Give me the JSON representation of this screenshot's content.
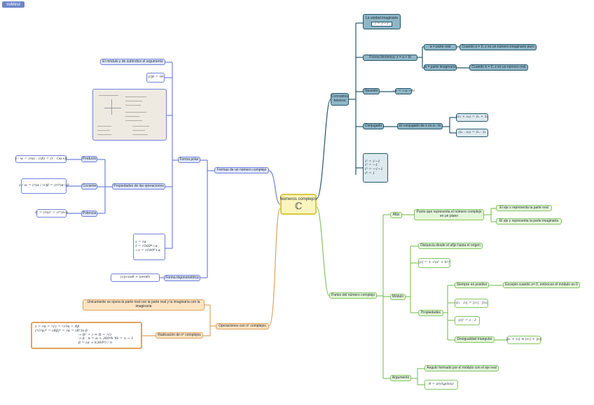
{
  "app": {
    "logo": "miMind"
  },
  "root": {
    "label": "Números complejos",
    "symbol": "ℂ"
  },
  "basic": {
    "label": "Conceptos básicos",
    "imaginary_unit": {
      "label": "La unidad imaginaria",
      "formula": "i = √−1"
    },
    "binomial": {
      "label": "Forma binómica: z = a + bi",
      "real_part": {
        "label": "a = parte real",
        "note": "Cuando a = 0, z es un número imaginario puro"
      },
      "imag_part": {
        "label": "b = parte imaginaria",
        "note": "Cuando b = 0, z es un número real"
      }
    },
    "opposite": {
      "label": "Opuesto",
      "formula": "−z = −a −bi"
    },
    "conjugate": {
      "label": "Conjugado",
      "desc": "El conjugado de z es a - bi",
      "f1": "(z₁ + z₂) = z̄₁ + z̄₂",
      "f2": "(z₁ · z₂) = z̄₁ · z̄₂"
    },
    "powers": {
      "p1": "i² = √−1",
      "p2": "i² = −1",
      "p3": "i³ = −√−1",
      "p4": "i⁴ = 1"
    }
  },
  "forms": {
    "label": "Formas de un número complejo",
    "polar": {
      "label": "Forma polar",
      "module_arg": "El módulo y de subíndice el argumento",
      "formula": "|z|θ = rθ",
      "props": {
        "label": "Propiedades de las operaciones",
        "product": {
          "label": "Producto",
          "formula": "z · w = (rα) · (rβ) = (r · r)α+β"
        },
        "quotient": {
          "label": "Cociente",
          "formula": "z / w = (r)α / (r)β = (r/r)α−β"
        },
        "power": {
          "label": "Potencia",
          "formula": "zⁿ = (rα)ⁿ = (rⁿ)n·α"
        }
      },
      "conj_forms": {
        "f1": "z = rα",
        "f2": "z̄ = r360º−α",
        "f3": "−z = r180º+α"
      }
    },
    "trig": {
      "label": "Forma trigonométrica",
      "formula": "|z|(cosθ + isenθ)"
    }
  },
  "ops": {
    "label": "Operaciones con nº complejos",
    "note": "Únicamente se opera la parte real con la parte real y la imaginaria con la imaginaria",
    "radication": {
      "label": "Radicación de nº complejos",
      "l1": "z = rα = ⁿ√z = ⁿ√rα = Rβ",
      "l2": "(ⁿ√rα)ⁿ = (Rβ)ⁿ = rα = (Rⁿ)n·β",
      "l3": "→ Rⁿ = r  ⇒  R = ⁿ√r",
      "l4": "→ β · n = α + 360ºk  ∀k = n − 1",
      "l5": "β = (α + k360º) / n"
    }
  },
  "parts": {
    "label": "Partes del número complejo",
    "affix": {
      "label": "Afijo",
      "desc": "Punto que representa el número complejo en un plano",
      "x": "El eje x representa la parte real",
      "y": "El eje y representa la parte imaginaria"
    },
    "module": {
      "label": "Módulo",
      "distance": "Distancia desde el afijo hasta el origen",
      "formula": "|z| = + √(a² + b²)",
      "props": {
        "label": "Propiedades",
        "positive": "Siempre es positivo",
        "except": "Excepto cuando z= 0, entonces el módulo es 0",
        "f1": "|z₁ · z₂| = |z₁| · |z₂|",
        "f2": "|z|² = z · z̄",
        "triangle": "Desigualdad triangular",
        "f3": "|z₁ + z₂| ≤ |z₁| + |z₂|"
      }
    },
    "argument": {
      "label": "Argumento",
      "desc": "Ángulo formado por el módulo con el eje real",
      "formula": "θ = arctg(b/a)"
    }
  },
  "colors": {
    "basic": "#23576b",
    "forms": "#6f82d9",
    "ops": "#e0a25d",
    "parts": "#83c562"
  }
}
